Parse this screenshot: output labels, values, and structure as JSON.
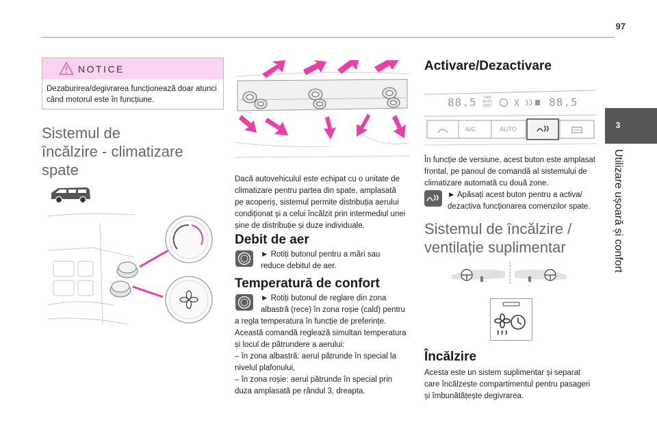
{
  "page": {
    "number": "97"
  },
  "chapter": {
    "number": "3",
    "title": "Utilizare ușoară și confort"
  },
  "notice": {
    "title": "NOTICE",
    "text": "Dezaburirea/degivrarea funcționează doar atunci când motorul este în funcțiune."
  },
  "rear_section": {
    "title_lines": [
      "Sistemul de",
      "încălzire - climatizare",
      "spate"
    ],
    "intro_lines": [
      "Dacă autovehiculul este echipat cu o unitate de",
      "climatizare pentru partea din spate, amplasată",
      "pe acoperiș, sistemul permite distribuția aerului",
      "condiționat și a celui încălzit prin intermediul unei",
      "șine de distribuție și duze individuale."
    ]
  },
  "air_flow": {
    "title": "Debit de aer",
    "lines": [
      "► Rotiți butonul pentru a mări sau",
      "reduce debitul de aer."
    ]
  },
  "comfort_temp": {
    "title": "Temperatură de confort",
    "lines": [
      "► Rotiți butonul de reglare din zona",
      "albastră (rece) în zona roșie (cald) pentru",
      "a regla temperatura în funcție de preferințe.",
      "Această comandă reglează simultan temperatura",
      "și locul de pătrundere a aerului:",
      "–  în zona albastră: aerul pătrunde în special la",
      "nivelul plafonului,",
      "–  în zona roșie: aerul pătrunde în special prin",
      "duza amplasată pe rândul 3, dreapta."
    ]
  },
  "activation": {
    "title": "Activare/Dezactivare",
    "panel": {
      "display_left": "88.5",
      "display_right": "88.5",
      "small_labels": [
        "FAN",
        "AUTO",
        "SOFT"
      ],
      "buttons": [
        "A/C",
        "AUTO"
      ]
    },
    "lines": [
      "În funcție de versiune, acest buton este amplasat",
      "frontal, pe panoul de comandă al sistemului de",
      "climatizare automată cu două zone.",
      "► Apăsați acest buton pentru a activa/",
      "dezactiva funcționarea comenzilor spate."
    ]
  },
  "extra_heating": {
    "title_lines": [
      "Sistemul de încălzire /",
      "ventilație suplimentar"
    ]
  },
  "heating": {
    "title": "Încălzire",
    "lines": [
      "Acesta este un sistem suplimentar și separat",
      "care încălzește compartimentul pentru pasageri",
      "și îmbunătățește degivrarea."
    ]
  },
  "colors": {
    "accent_pink": "#e83fa8",
    "notice_pink": "#fbd3f2",
    "tab_grey": "#555555",
    "icon_grey": "#606060"
  }
}
